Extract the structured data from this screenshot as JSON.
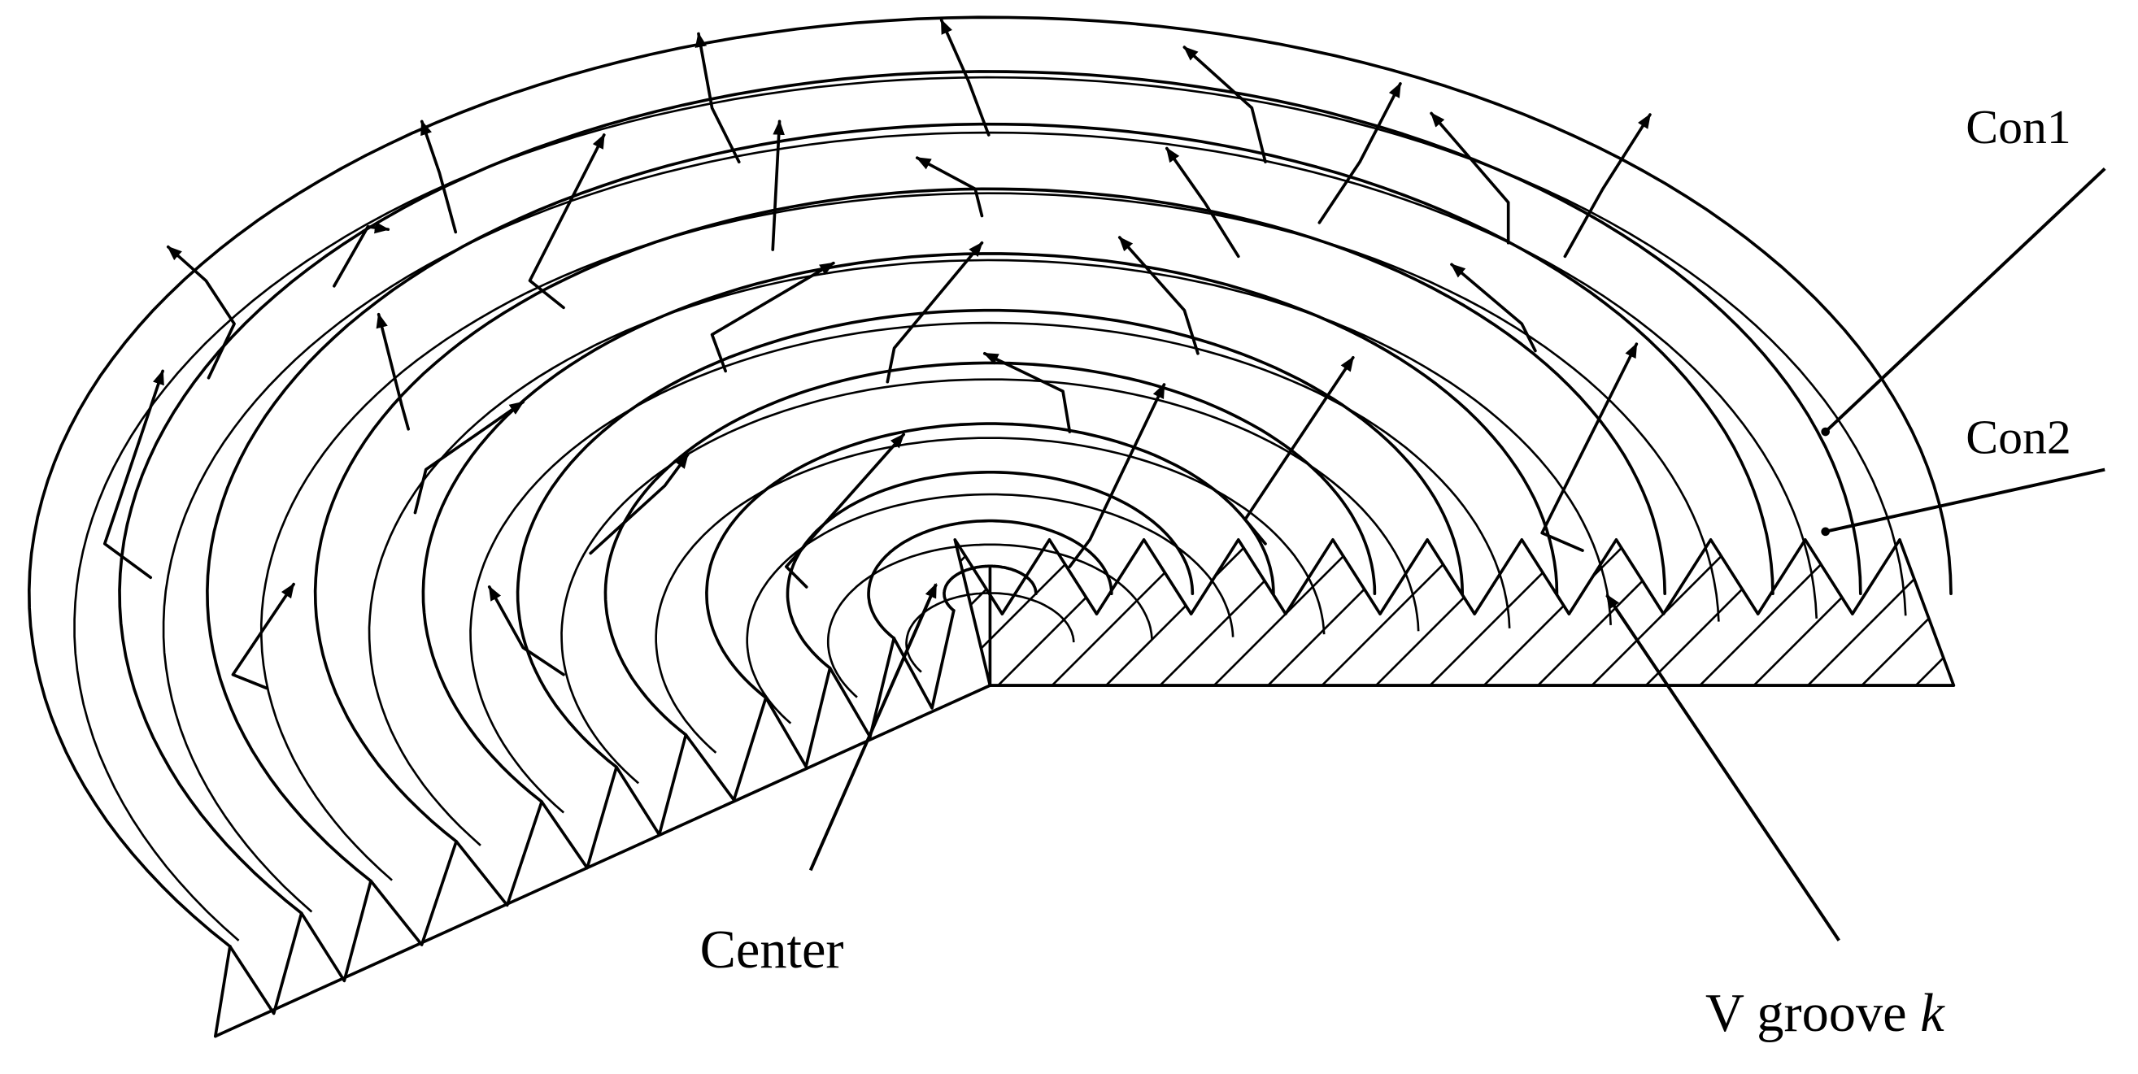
{
  "labels": {
    "con1": "Con1",
    "con2": "Con2",
    "center": "Center",
    "v_groove_prefix": "V groove ",
    "v_groove_var": "k"
  },
  "colors": {
    "line": "#000000",
    "background": "#ffffff"
  }
}
